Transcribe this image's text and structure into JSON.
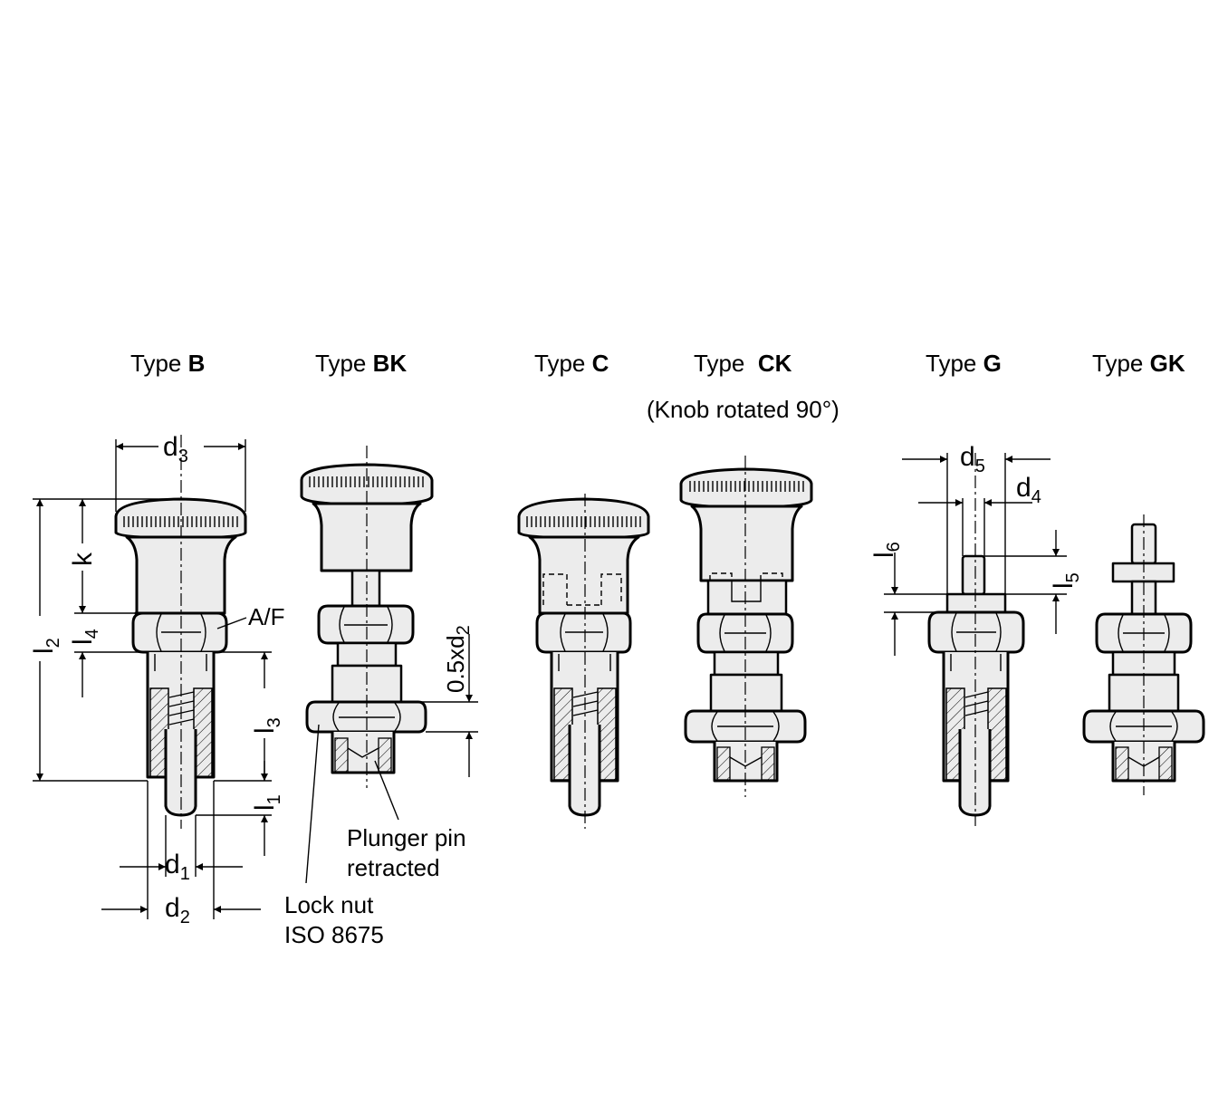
{
  "titles": {
    "b": {
      "prefix": "Type ",
      "code": "B"
    },
    "bk": {
      "prefix": "Type ",
      "code": "BK"
    },
    "c": {
      "prefix": "Type ",
      "code": "C"
    },
    "ck": {
      "prefix": "Type  ",
      "code": "CK"
    },
    "g": {
      "prefix": "Type ",
      "code": "G"
    },
    "gk": {
      "prefix": "Type ",
      "code": "GK"
    }
  },
  "notes": {
    "ck_knob": "(Knob rotated 90°)",
    "plunger_line1": "Plunger pin",
    "plunger_line2": "retracted",
    "locknut_line1": "Lock nut",
    "locknut_line2": "ISO 8675",
    "af": "A/F"
  },
  "dims": {
    "d3": {
      "base": "d",
      "sub": "3"
    },
    "d1": {
      "base": "d",
      "sub": "1"
    },
    "d2": {
      "base": "d",
      "sub": "2"
    },
    "d4": {
      "base": "d",
      "sub": "4"
    },
    "d5": {
      "base": "d",
      "sub": "5"
    },
    "l1": {
      "base": "l",
      "sub": "1"
    },
    "l2": {
      "base": "l",
      "sub": "2"
    },
    "l3": {
      "base": "l",
      "sub": "3"
    },
    "l4": {
      "base": "l",
      "sub": "4"
    },
    "l5": {
      "base": "l",
      "sub": "5"
    },
    "l6": {
      "base": "l",
      "sub": "6"
    },
    "k": "k",
    "half_d2": {
      "base": "0.5xd",
      "sub": "2"
    }
  }
}
